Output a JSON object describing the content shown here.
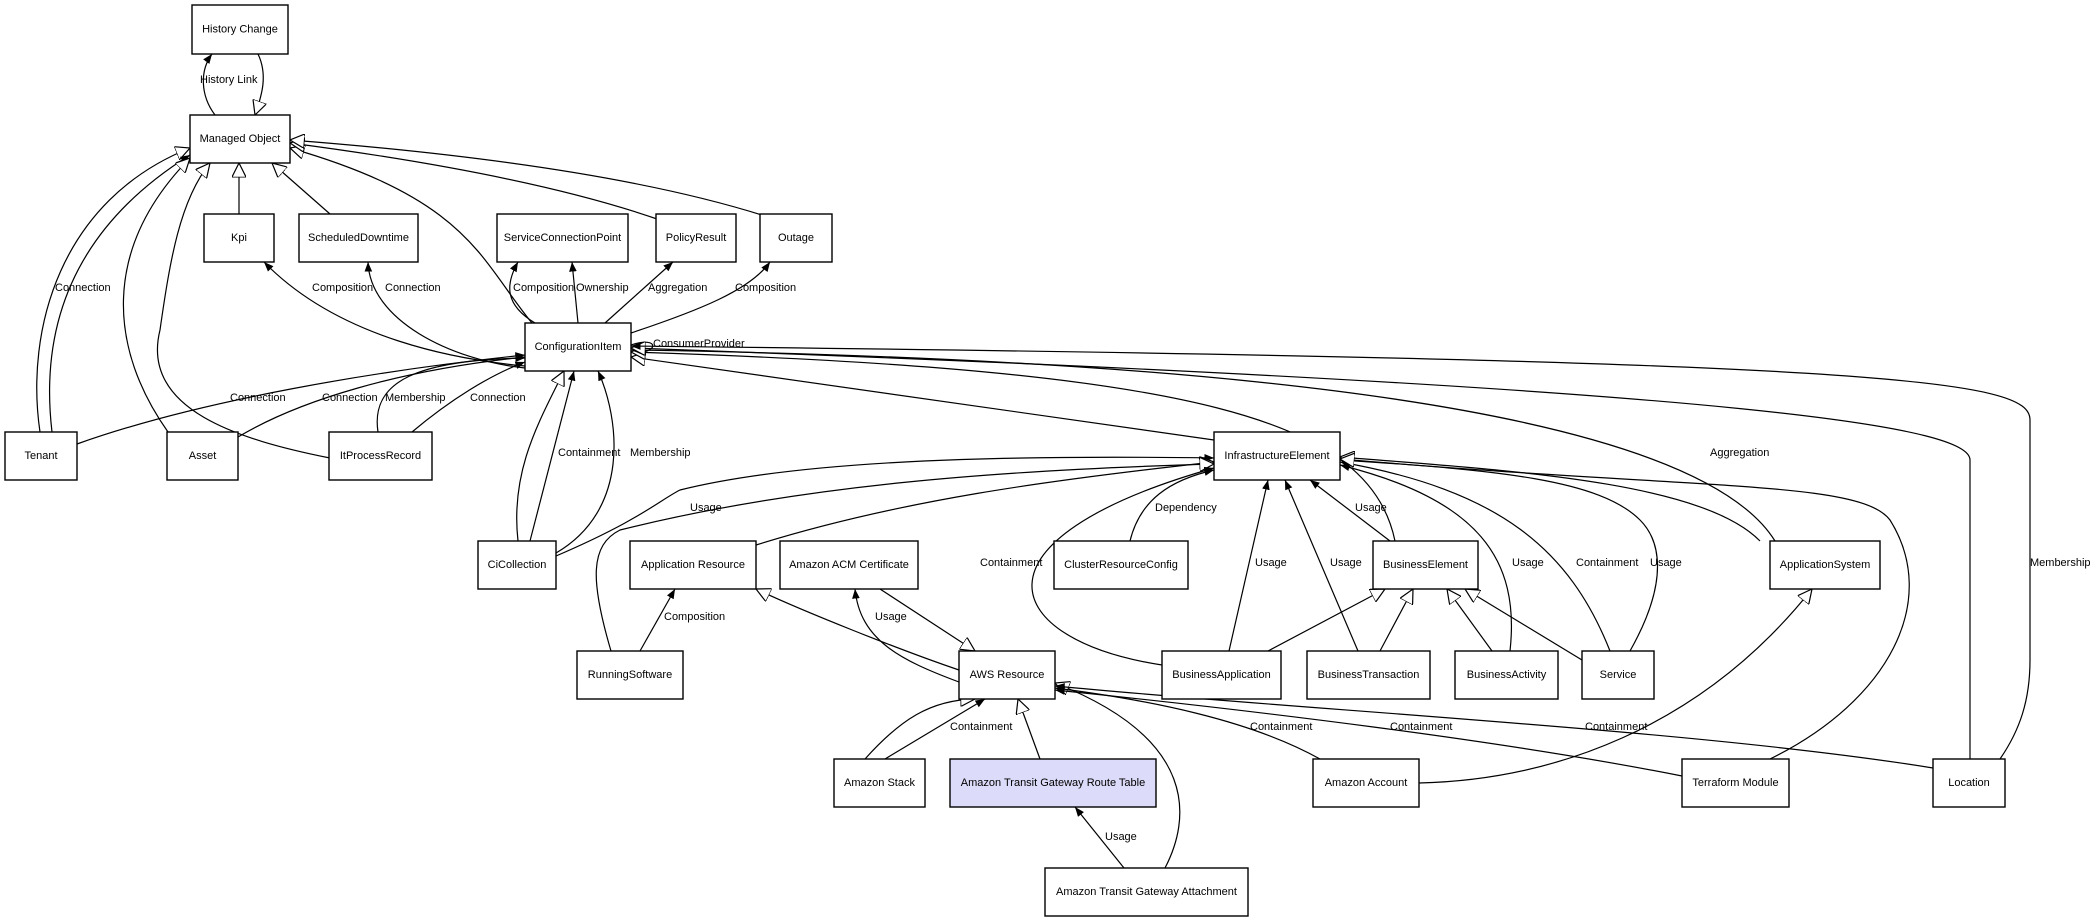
{
  "title": "Class relationship diagram",
  "colors": {
    "highlight": "#dcdcfa",
    "stroke": "#000000",
    "background": "#ffffff"
  },
  "nodes": [
    {
      "id": "history_change",
      "label": "History Change"
    },
    {
      "id": "managed_object",
      "label": "Managed Object"
    },
    {
      "id": "kpi",
      "label": "Kpi"
    },
    {
      "id": "scheduled_downtime",
      "label": "ScheduledDowntime"
    },
    {
      "id": "service_connection_point",
      "label": "ServiceConnectionPoint"
    },
    {
      "id": "policy_result",
      "label": "PolicyResult"
    },
    {
      "id": "outage",
      "label": "Outage"
    },
    {
      "id": "configuration_item",
      "label": "ConfigurationItem"
    },
    {
      "id": "tenant",
      "label": "Tenant"
    },
    {
      "id": "asset",
      "label": "Asset"
    },
    {
      "id": "it_process_record",
      "label": "ItProcessRecord"
    },
    {
      "id": "infrastructure_element",
      "label": "InfrastructureElement"
    },
    {
      "id": "ci_collection",
      "label": "CiCollection"
    },
    {
      "id": "application_resource",
      "label": "Application Resource"
    },
    {
      "id": "amazon_acm_certificate",
      "label": "Amazon ACM Certificate"
    },
    {
      "id": "cluster_resource_config",
      "label": "ClusterResourceConfig"
    },
    {
      "id": "business_element",
      "label": "BusinessElement"
    },
    {
      "id": "application_system",
      "label": "ApplicationSystem"
    },
    {
      "id": "running_software",
      "label": "RunningSoftware"
    },
    {
      "id": "aws_resource",
      "label": "AWS Resource"
    },
    {
      "id": "business_application",
      "label": "BusinessApplication"
    },
    {
      "id": "business_transaction",
      "label": "BusinessTransaction"
    },
    {
      "id": "business_activity",
      "label": "BusinessActivity"
    },
    {
      "id": "service",
      "label": "Service"
    },
    {
      "id": "amazon_stack",
      "label": "Amazon Stack"
    },
    {
      "id": "amazon_transit_gateway_route_table",
      "label": "Amazon Transit Gateway Route Table",
      "highlighted": true
    },
    {
      "id": "amazon_account",
      "label": "Amazon Account"
    },
    {
      "id": "terraform_module",
      "label": "Terraform Module"
    },
    {
      "id": "location",
      "label": "Location"
    },
    {
      "id": "amazon_transit_gateway_attachment",
      "label": "Amazon Transit Gateway Attachment"
    }
  ],
  "edges": [
    {
      "from": "managed_object",
      "to": "history_change",
      "type": "association",
      "label": "History Link"
    },
    {
      "from": "history_change",
      "to": "managed_object",
      "type": "inheritance",
      "label": ""
    },
    {
      "from": "kpi",
      "to": "managed_object",
      "type": "inheritance",
      "label": ""
    },
    {
      "from": "scheduled_downtime",
      "to": "managed_object",
      "type": "inheritance",
      "label": ""
    },
    {
      "from": "configuration_item",
      "to": "managed_object",
      "type": "inheritance",
      "label": ""
    },
    {
      "from": "policy_result",
      "to": "managed_object",
      "type": "inheritance",
      "label": ""
    },
    {
      "from": "outage",
      "to": "managed_object",
      "type": "inheritance",
      "label": ""
    },
    {
      "from": "tenant",
      "to": "managed_object",
      "type": "inheritance",
      "label": ""
    },
    {
      "from": "tenant",
      "to": "managed_object",
      "type": "association",
      "label": "Connection"
    },
    {
      "from": "asset",
      "to": "managed_object",
      "type": "inheritance",
      "label": ""
    },
    {
      "from": "it_process_record",
      "to": "managed_object",
      "type": "inheritance",
      "label": ""
    },
    {
      "from": "configuration_item",
      "to": "kpi",
      "type": "association",
      "label": "Composition"
    },
    {
      "from": "configuration_item",
      "to": "scheduled_downtime",
      "type": "association",
      "label": "Connection"
    },
    {
      "from": "configuration_item",
      "to": "service_connection_point",
      "type": "association",
      "label": "Composition"
    },
    {
      "from": "configuration_item",
      "to": "service_connection_point",
      "type": "association",
      "label": "Ownership"
    },
    {
      "from": "configuration_item",
      "to": "policy_result",
      "type": "association",
      "label": "Aggregation"
    },
    {
      "from": "configuration_item",
      "to": "outage",
      "type": "association",
      "label": "Composition"
    },
    {
      "from": "configuration_item",
      "to": "configuration_item",
      "type": "association",
      "label": "ConsumerProvider"
    },
    {
      "from": "tenant",
      "to": "configuration_item",
      "type": "association",
      "label": "Connection"
    },
    {
      "from": "asset",
      "to": "configuration_item",
      "type": "association",
      "label": "Connection"
    },
    {
      "from": "it_process_record",
      "to": "configuration_item",
      "type": "association",
      "label": "Membership"
    },
    {
      "from": "it_process_record",
      "to": "configuration_item",
      "type": "association",
      "label": "Connection"
    },
    {
      "from": "ci_collection",
      "to": "configuration_item",
      "type": "inheritance",
      "label": ""
    },
    {
      "from": "ci_collection",
      "to": "configuration_item",
      "type": "association",
      "label": "Containment"
    },
    {
      "from": "ci_collection",
      "to": "configuration_item",
      "type": "association",
      "label": "Membership"
    },
    {
      "from": "infrastructure_element",
      "to": "configuration_item",
      "type": "inheritance",
      "label": ""
    },
    {
      "from": "business_element",
      "to": "configuration_item",
      "type": "inheritance",
      "label": ""
    },
    {
      "from": "application_system",
      "to": "configuration_item",
      "type": "association",
      "label": "Aggregation"
    },
    {
      "from": "location",
      "to": "configuration_item",
      "type": "inheritance",
      "label": ""
    },
    {
      "from": "location",
      "to": "configuration_item",
      "type": "association",
      "label": "Membership"
    },
    {
      "from": "ci_collection",
      "to": "infrastructure_element",
      "type": "association",
      "label": "Usage"
    },
    {
      "from": "application_resource",
      "to": "infrastructure_element",
      "type": "inheritance",
      "label": ""
    },
    {
      "from": "running_software",
      "to": "infrastructure_element",
      "type": "inheritance",
      "label": ""
    },
    {
      "from": "business_application",
      "to": "infrastructure_element",
      "type": "association",
      "label": "Containment"
    },
    {
      "from": "cluster_resource_config",
      "to": "infrastructure_element",
      "type": "association",
      "label": "Dependency"
    },
    {
      "from": "business_application",
      "to": "infrastructure_element",
      "type": "association",
      "label": "Usage"
    },
    {
      "from": "business_transaction",
      "to": "infrastructure_element",
      "type": "association",
      "label": "Usage"
    },
    {
      "from": "business_element",
      "to": "infrastructure_element",
      "type": "association",
      "label": "Usage"
    },
    {
      "from": "business_activity",
      "to": "infrastructure_element",
      "type": "association",
      "label": "Usage"
    },
    {
      "from": "service",
      "to": "infrastructure_element",
      "type": "association",
      "label": "Containment"
    },
    {
      "from": "service",
      "to": "infrastructure_element",
      "type": "association",
      "label": "Usage"
    },
    {
      "from": "application_system",
      "to": "infrastructure_element",
      "type": "inheritance",
      "label": ""
    },
    {
      "from": "terraform_module",
      "to": "infrastructure_element",
      "type": "inheritance",
      "label": ""
    },
    {
      "from": "running_software",
      "to": "application_resource",
      "type": "association",
      "label": "Composition"
    },
    {
      "from": "aws_resource",
      "to": "application_resource",
      "type": "inheritance",
      "label": ""
    },
    {
      "from": "aws_resource",
      "to": "amazon_acm_certificate",
      "type": "association",
      "label": "Usage"
    },
    {
      "from": "amazon_acm_certificate",
      "to": "aws_resource",
      "type": "inheritance",
      "label": ""
    },
    {
      "from": "business_application",
      "to": "business_element",
      "type": "inheritance",
      "label": ""
    },
    {
      "from": "business_transaction",
      "to": "business_element",
      "type": "inheritance",
      "label": ""
    },
    {
      "from": "business_activity",
      "to": "business_element",
      "type": "inheritance",
      "label": ""
    },
    {
      "from": "service",
      "to": "business_element",
      "type": "inheritance",
      "label": ""
    },
    {
      "from": "amazon_account",
      "to": "application_system",
      "type": "inheritance",
      "label": ""
    },
    {
      "from": "amazon_stack",
      "to": "aws_resource",
      "type": "inheritance",
      "label": ""
    },
    {
      "from": "amazon_stack",
      "to": "aws_resource",
      "type": "association",
      "label": "Containment"
    },
    {
      "from": "amazon_transit_gateway_route_table",
      "to": "aws_resource",
      "type": "inheritance",
      "label": ""
    },
    {
      "from": "amazon_transit_gateway_attachment",
      "to": "aws_resource",
      "type": "inheritance",
      "label": ""
    },
    {
      "from": "amazon_account",
      "to": "aws_resource",
      "type": "association",
      "label": "Containment"
    },
    {
      "from": "terraform_module",
      "to": "aws_resource",
      "type": "association",
      "label": "Containment"
    },
    {
      "from": "location",
      "to": "aws_resource",
      "type": "association",
      "label": "Containment"
    },
    {
      "from": "amazon_transit_gateway_attachment",
      "to": "amazon_transit_gateway_route_table",
      "type": "association",
      "label": "Usage"
    }
  ]
}
